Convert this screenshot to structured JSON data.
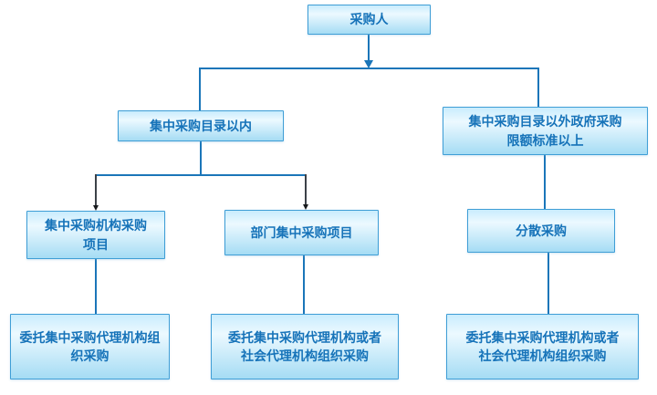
{
  "diagram": {
    "nodes": {
      "purchaser": {
        "label": "采购人"
      },
      "within_catalog": {
        "label": "集中采购目录以内"
      },
      "outside_catalog": {
        "label": "集中采购目录以外政府采购\n限额标准以上"
      },
      "central_agency": {
        "label": "集中采购机构采购\n项目"
      },
      "department": {
        "label": "部门集中采购项目"
      },
      "decentralized": {
        "label": "分散采购"
      },
      "entrust_central": {
        "label": "委托集中采购代理机构组\n织采购"
      },
      "entrust_social_1": {
        "label": "委托集中采购代理机构或者\n社会代理机构组织采购"
      },
      "entrust_social_2": {
        "label": "委托集中采购代理机构或者\n社会代理机构组织采购"
      }
    },
    "colors": {
      "box_border": "#3f9ed6",
      "box_fill_top": "#c9ecfd",
      "box_fill_bottom": "#a5dcf4",
      "box_text": "#1673b9",
      "connector_blue": "#1b76b9",
      "connector_dark": "#3c4148"
    }
  }
}
